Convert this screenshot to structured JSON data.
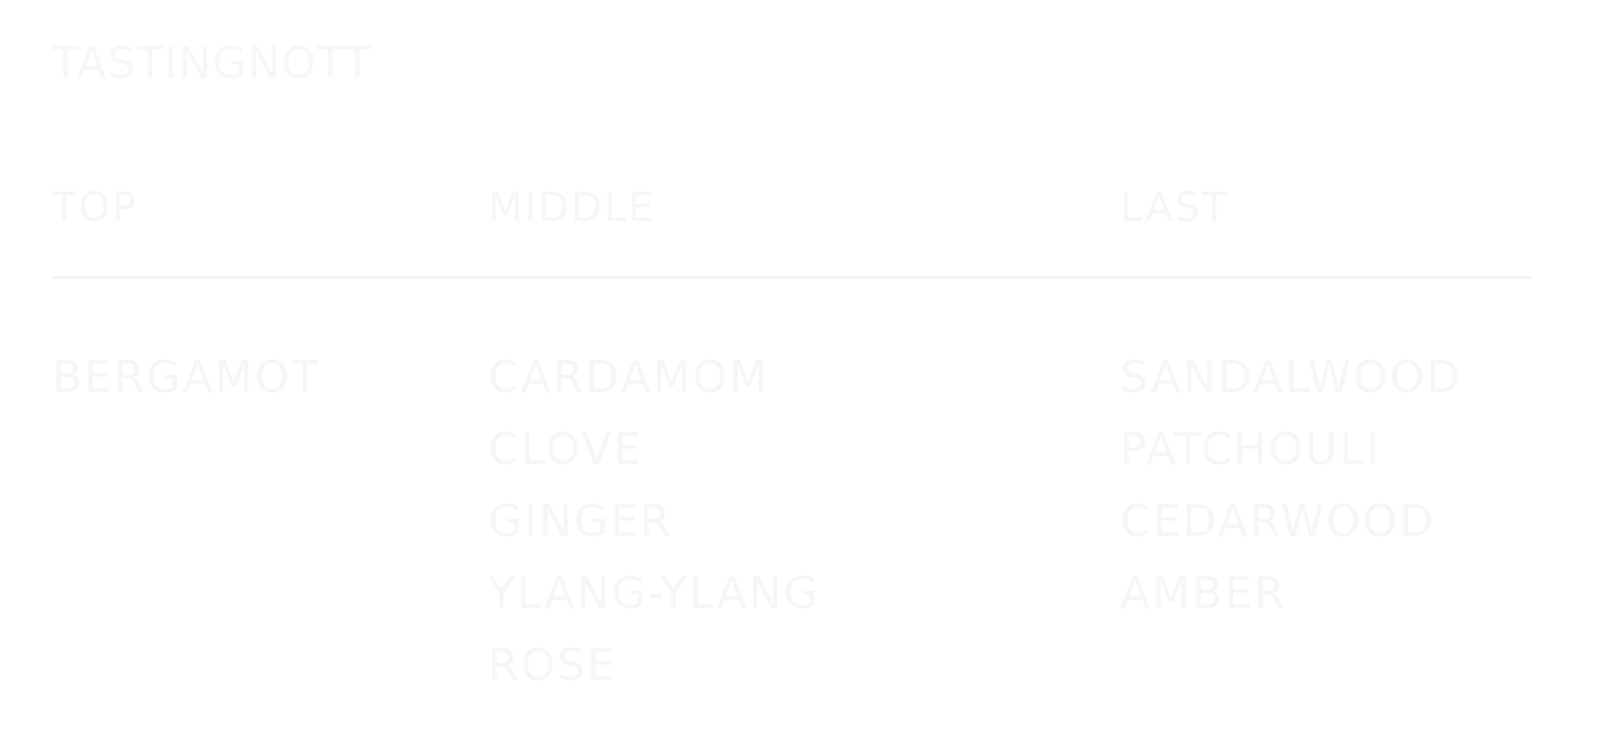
{
  "title": "TASTINGNOTT",
  "columns": [
    {
      "heading": "TOP",
      "items": [
        "BERGAMOT"
      ]
    },
    {
      "heading": "MIDDLE",
      "items": [
        "CARDAMOM",
        "CLOVE",
        "GINGER",
        "YLANG-YLANG",
        "ROSE"
      ]
    },
    {
      "heading": "LAST",
      "items": [
        "SANDALWOOD",
        "PATCHOULI",
        "CEDARWOOD",
        "AMBER"
      ]
    }
  ]
}
